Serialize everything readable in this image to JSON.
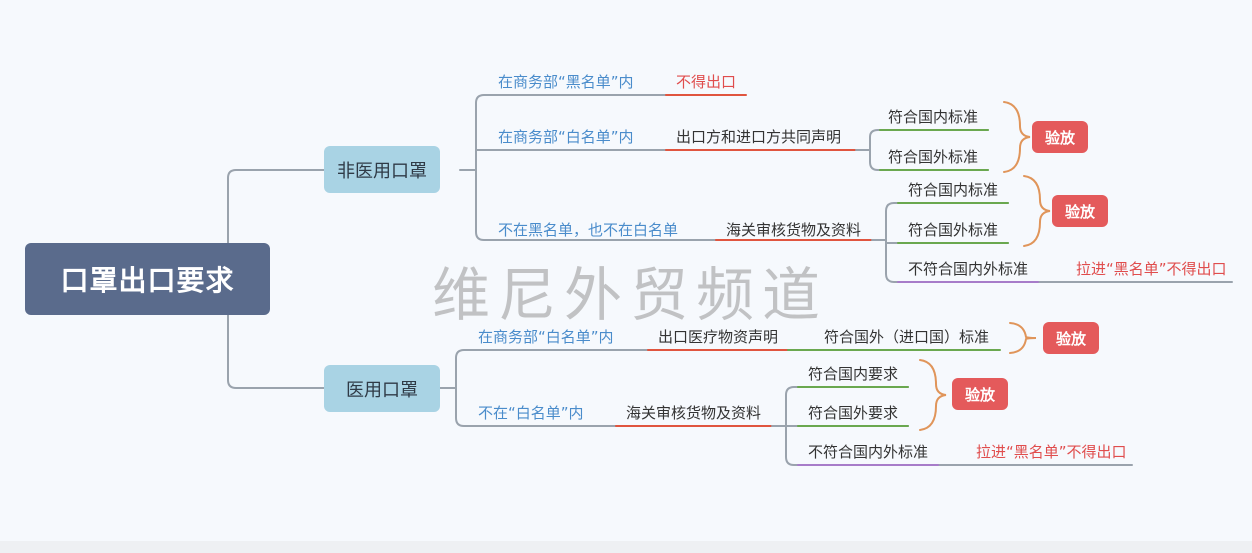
{
  "root": "口罩出口要求",
  "watermark": "维尼外贸频道",
  "colors": {
    "root_bg": "#5a6b8c",
    "main_bg": "#a9d3e4",
    "link": "#4a8ccb",
    "warn": "#e04d4d",
    "badge": "#e45a5b",
    "green_line": "#6aa84f",
    "red_line": "#e0553f",
    "purple_line": "#a77cc9",
    "brace": "#e0955a"
  },
  "non_medical": {
    "label": "非医用口罩",
    "blacklist": {
      "cond": "在商务部“黑名单”内",
      "result": "不得出口"
    },
    "whitelist": {
      "cond": "在商务部“白名单”内",
      "action": "出口方和进口方共同声明",
      "std1": "符合国内标准",
      "std2": "符合国外标准",
      "badge": "验放"
    },
    "neither": {
      "cond": "不在黑名单，也不在白名单",
      "action": "海关审核货物及资料",
      "std1": "符合国内标准",
      "std2": "符合国外标准",
      "badge": "验放",
      "fail": "不符合国内外标准",
      "fail_result": "拉进“黑名单”不得出口"
    }
  },
  "medical": {
    "label": "医用口罩",
    "whitelist": {
      "cond": "在商务部“白名单”内",
      "action": "出口医疗物资声明",
      "std": "符合国外（进口国）标准",
      "badge": "验放"
    },
    "not_white": {
      "cond": "不在“白名单”内",
      "action": "海关审核货物及资料",
      "std1": "符合国内要求",
      "std2": "符合国外要求",
      "badge": "验放",
      "fail": "不符合国内外标准",
      "fail_result": "拉进“黑名单”不得出口"
    }
  }
}
